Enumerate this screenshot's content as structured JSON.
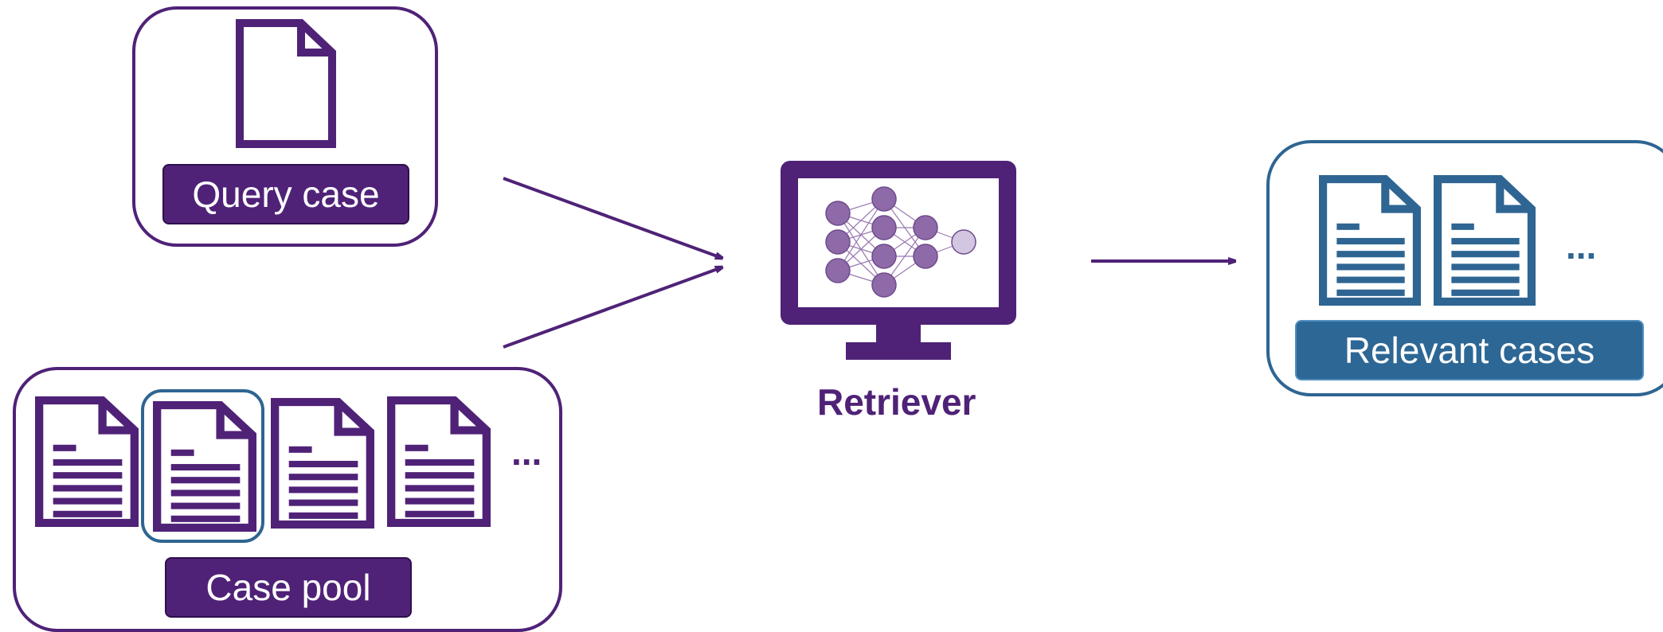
{
  "query_panel": {
    "label": "Query case"
  },
  "case_pool_panel": {
    "label": "Case pool",
    "more": "..."
  },
  "retriever": {
    "label": "Retriever"
  },
  "relevant_panel": {
    "label": "Relevant cases",
    "more": "..."
  },
  "colors": {
    "purple": "#4f2277",
    "blue": "#2e6592",
    "node": "#8e6aa8",
    "node_light": "#d3c6e0"
  },
  "icons": [
    "document-blank-icon",
    "document-text-icon",
    "monitor-icon",
    "neural-network-icon",
    "arrow-icon"
  ]
}
